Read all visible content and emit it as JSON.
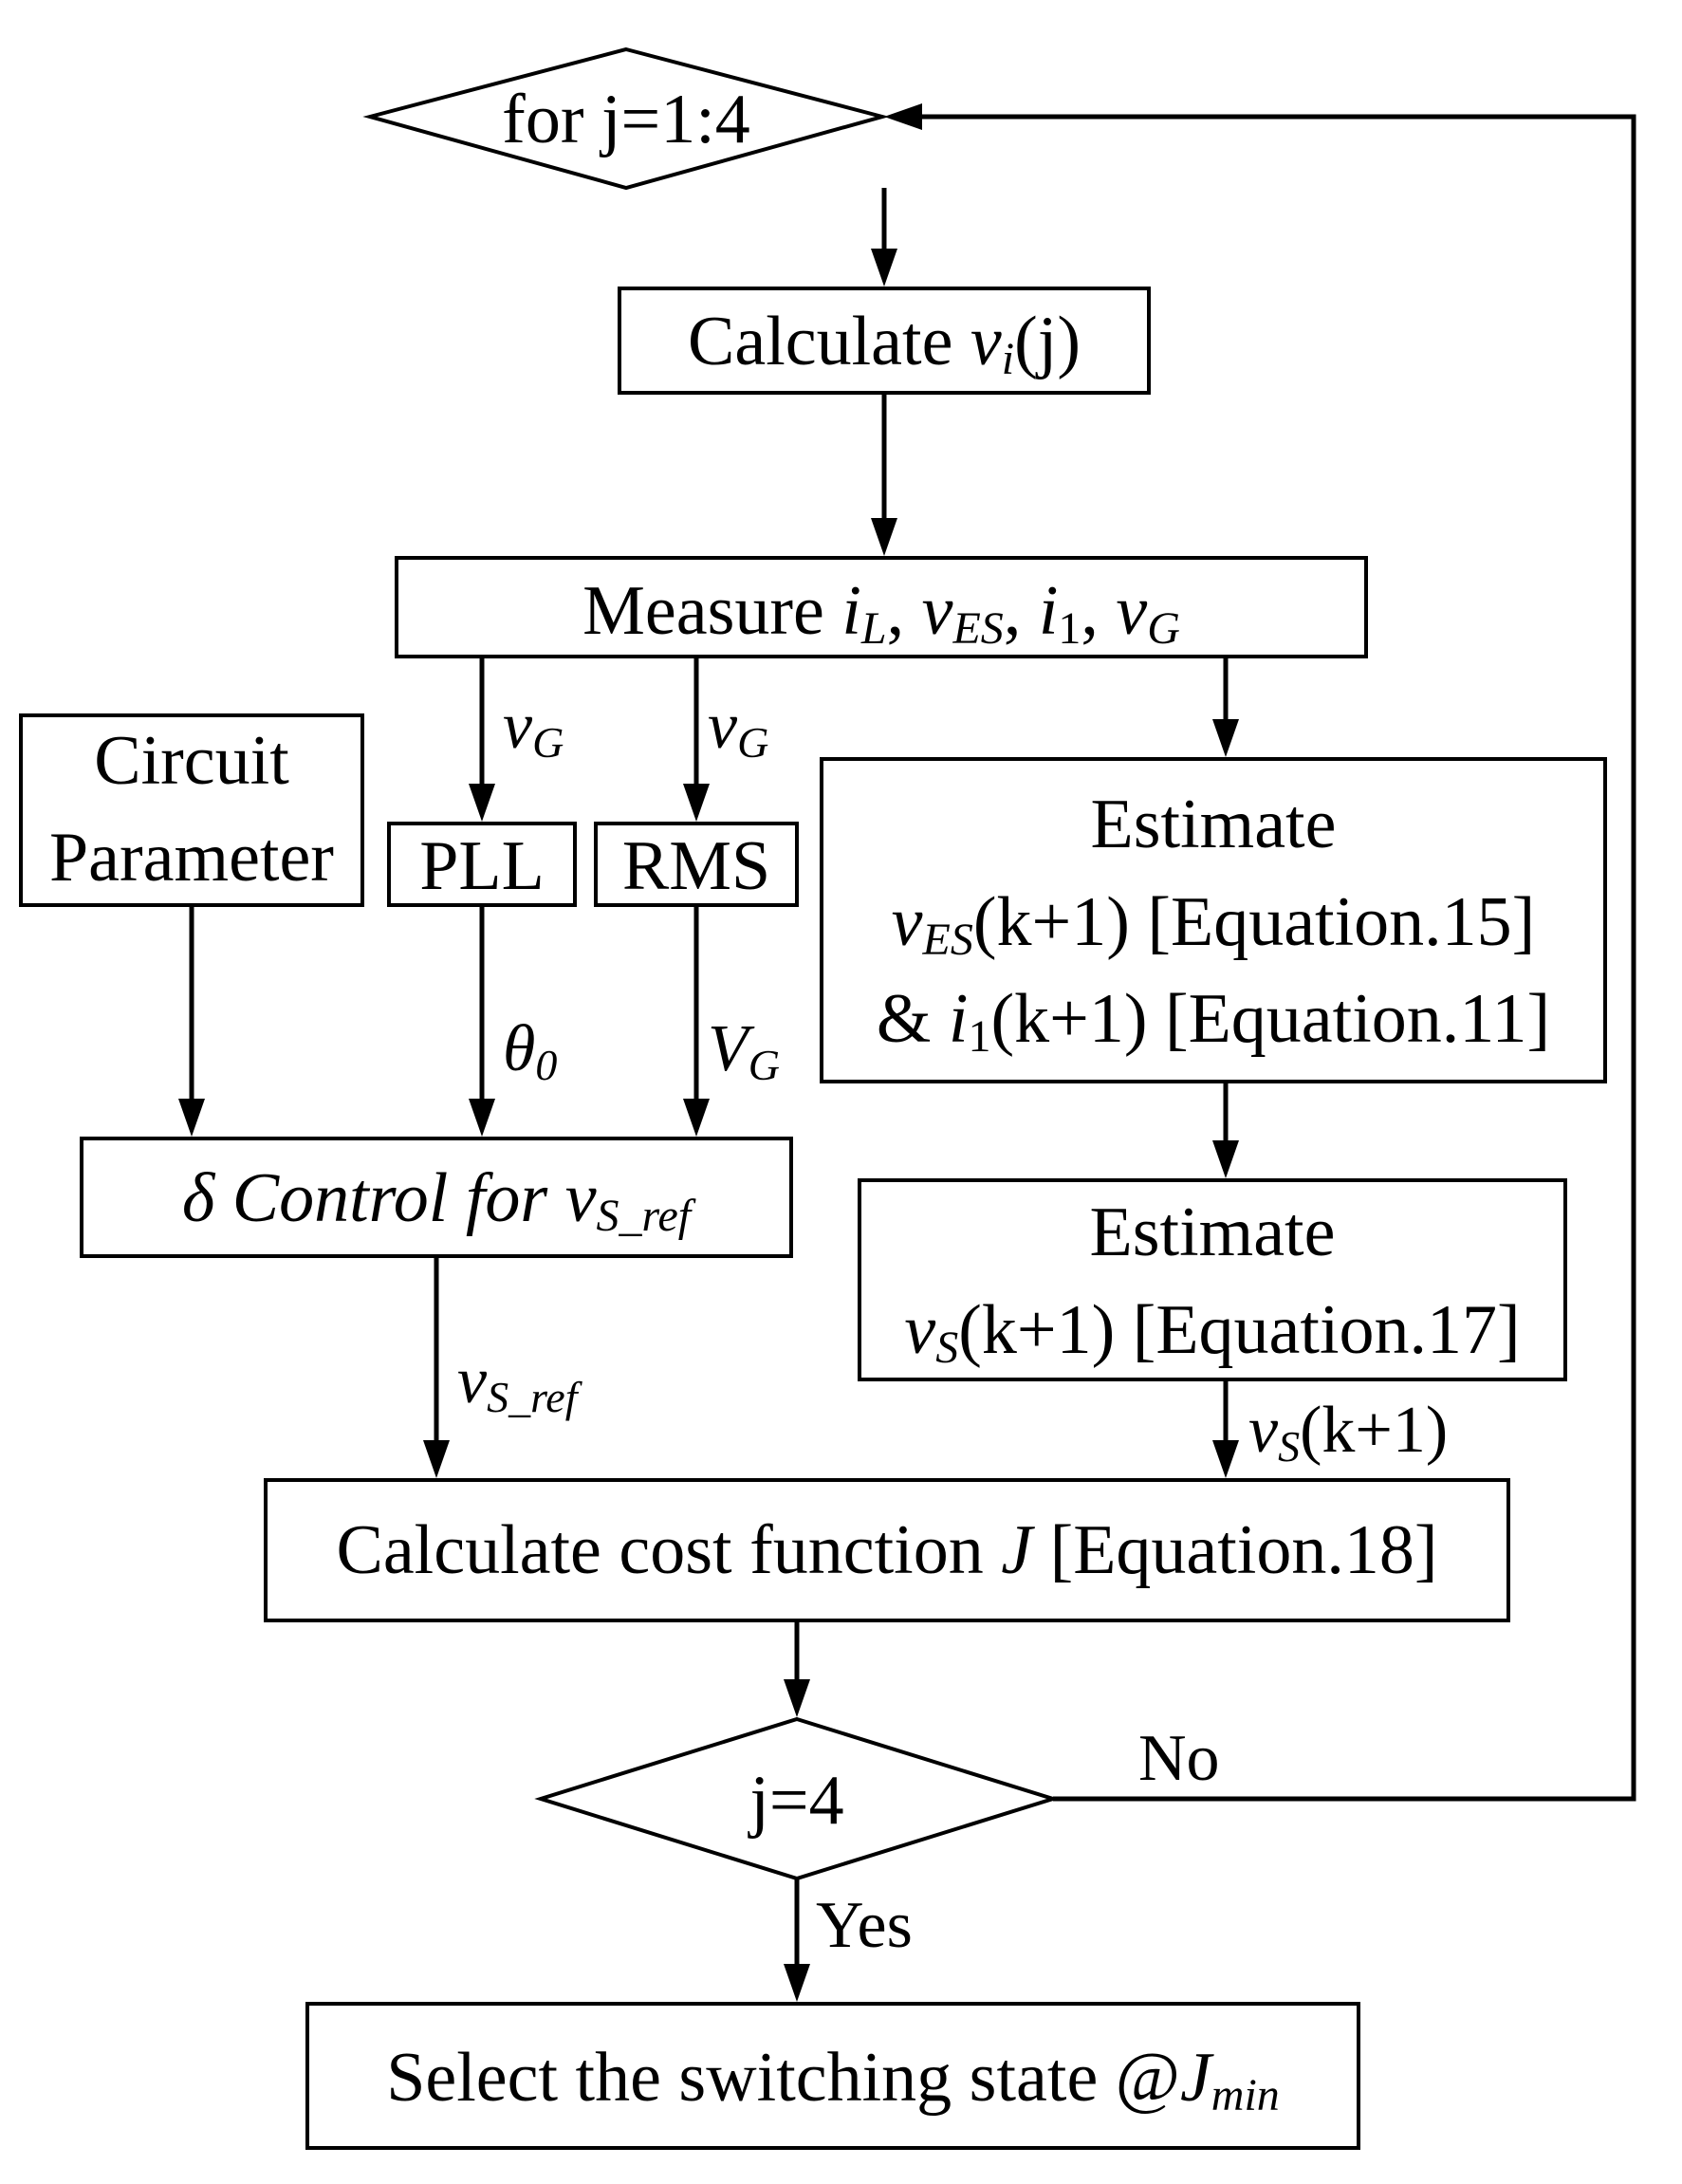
{
  "nodes": {
    "loop_start": {
      "text": "for j=1:4"
    },
    "calc_vi": {
      "prefix": "Calculate ",
      "var": "v",
      "sub": "i",
      "suffix": "(j)"
    },
    "measure": {
      "prefix": "Measure ",
      "v1": "i",
      "s1": "L",
      "sep1": ", ",
      "v2": "v",
      "s2": "ES",
      "sep2": ", ",
      "v3": "i",
      "s3": "1",
      "sep3": ", ",
      "v4": "v",
      "s4": "G"
    },
    "circuit_param": {
      "line1": "Circuit",
      "line2": "Parameter"
    },
    "pll": {
      "text": "PLL"
    },
    "rms": {
      "text": "RMS"
    },
    "estimate_ves": {
      "line1": "Estimate",
      "l2_var": "v",
      "l2_sub": "ES",
      "l2_rest": "(k+1) [Equation.15]",
      "l3_pre": "& ",
      "l3_var": "i",
      "l3_sub": "1",
      "l3_rest": "(k+1) [Equation.11]"
    },
    "delta_control": {
      "text": "δ Control for v",
      "sub": "S_ref"
    },
    "estimate_vs": {
      "line1": "Estimate",
      "l2_var": "v",
      "l2_sub": "S",
      "l2_rest": "(k+1) [Equation.17]"
    },
    "cost_function": {
      "prefix": "Calculate cost function ",
      "var": "J",
      "suffix": "  [Equation.18]"
    },
    "decision": {
      "text": "j=4"
    },
    "select_state": {
      "prefix": "Select the switching state @",
      "var": "J",
      "sub": "min"
    }
  },
  "edge_labels": {
    "vg_pll": {
      "var": "v",
      "sub": "G"
    },
    "vg_rms": {
      "var": "v",
      "sub": "G"
    },
    "theta": {
      "var": "θ",
      "sub": "0"
    },
    "VG": {
      "var": "V",
      "sub": "G"
    },
    "vsref": {
      "var": "v",
      "sub": "S_ref"
    },
    "vs_k1": {
      "var": "v",
      "sub": "S",
      "rest": "(k+1)"
    },
    "no": {
      "text": "No"
    },
    "yes": {
      "text": "Yes"
    }
  }
}
